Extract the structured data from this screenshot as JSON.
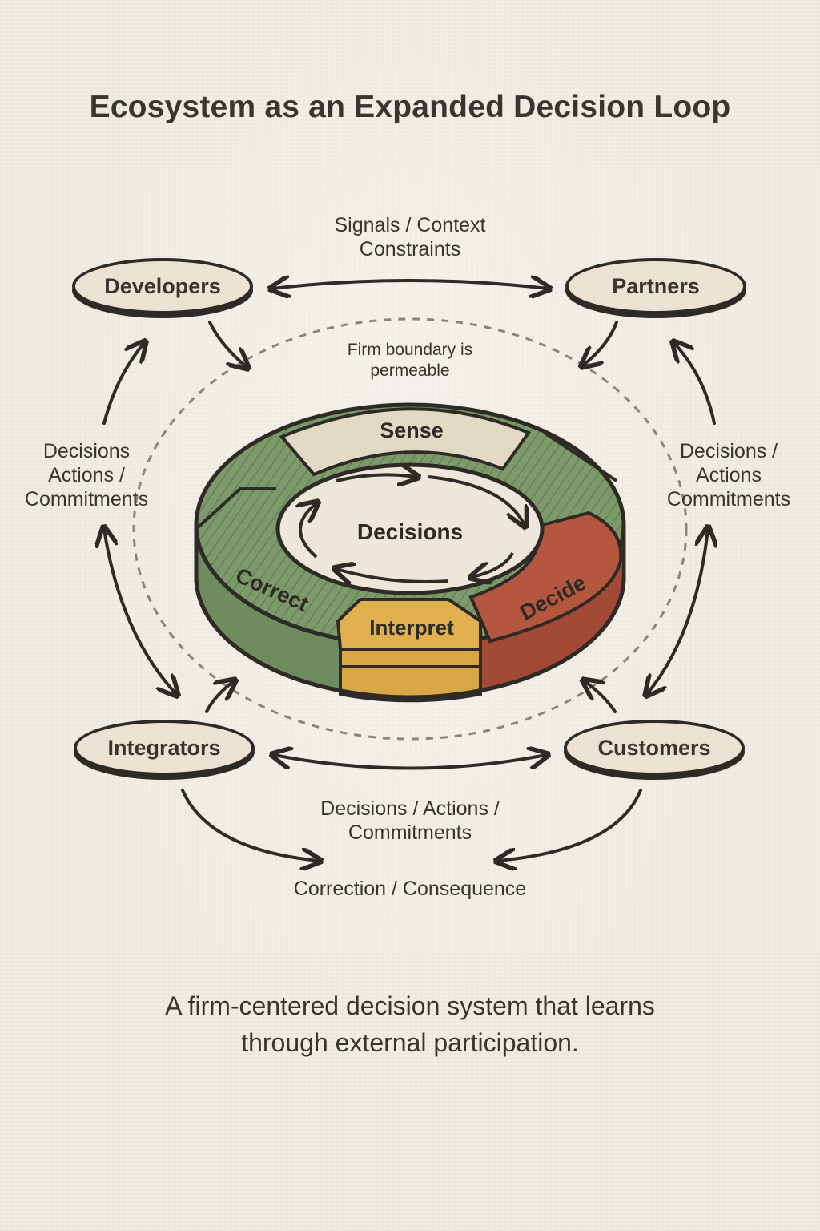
{
  "title": "Ecosystem as an Expanded Decision Loop",
  "nodes": {
    "developers": "Developers",
    "partners": "Partners",
    "integrators": "Integrators",
    "customers": "Customers"
  },
  "labels": {
    "top_line1": "Signals / Context",
    "top_line2": "Constraints",
    "boundary_line1": "Firm boundary is",
    "boundary_line2": "permeable",
    "left_line1": "Decisions",
    "left_line2": "Actions /",
    "left_line3": "Commitments",
    "right_line1": "Decisions /",
    "right_line2": "Actions",
    "right_line3": "Commitments",
    "bottom_line1": "Decisions / Actions /",
    "bottom_line2": "Commitments",
    "correction": "Correction / Consequence"
  },
  "ring": {
    "center": "Decisions",
    "sense": "Sense",
    "decide": "Decide",
    "interpret": "Interpret",
    "correct": "Correct"
  },
  "caption": {
    "line1": "A firm-centered decision system that learns",
    "line2": "through external participation."
  },
  "colors": {
    "background": "#f1ece4",
    "ink": "#2e2a26",
    "sense": "#e2d9c5",
    "green": "#7d9a6a",
    "decide": "#b5563f",
    "interpret": "#e0b04e",
    "node_fill": "#ebe2d3"
  }
}
